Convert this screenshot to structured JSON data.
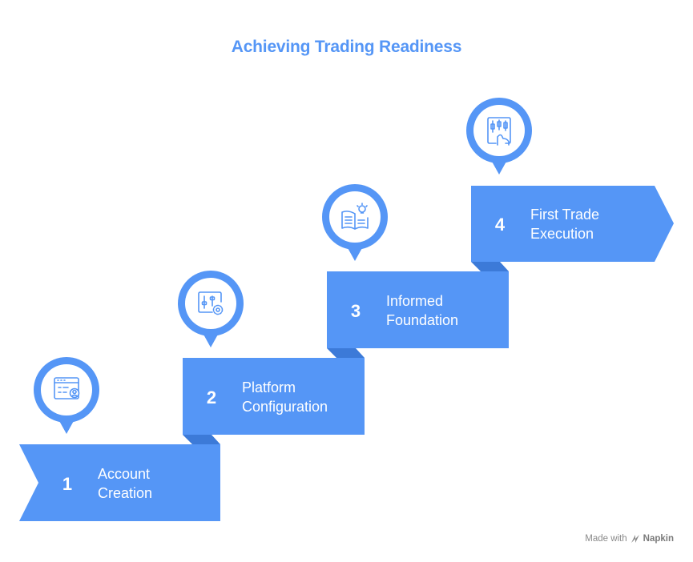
{
  "title": "Achieving Trading Readiness",
  "colors": {
    "primary": "#5596f6",
    "fold": "#3c7ad8",
    "title": "#5596f6",
    "credit": "#8a8a8a"
  },
  "steps": [
    {
      "number": "1",
      "line1": "Account",
      "line2": "Creation",
      "icon": "account-user-icon"
    },
    {
      "number": "2",
      "line1": "Platform",
      "line2": "Configuration",
      "icon": "settings-sliders-icon"
    },
    {
      "number": "3",
      "line1": "Informed",
      "line2": "Foundation",
      "icon": "book-lightbulb-icon"
    },
    {
      "number": "4",
      "line1": "First Trade",
      "line2": "Execution",
      "icon": "candlestick-chart-icon"
    }
  ],
  "credit": {
    "prefix": "Made with",
    "brand": "Napkin",
    "icon": "napkin-logo-icon"
  }
}
